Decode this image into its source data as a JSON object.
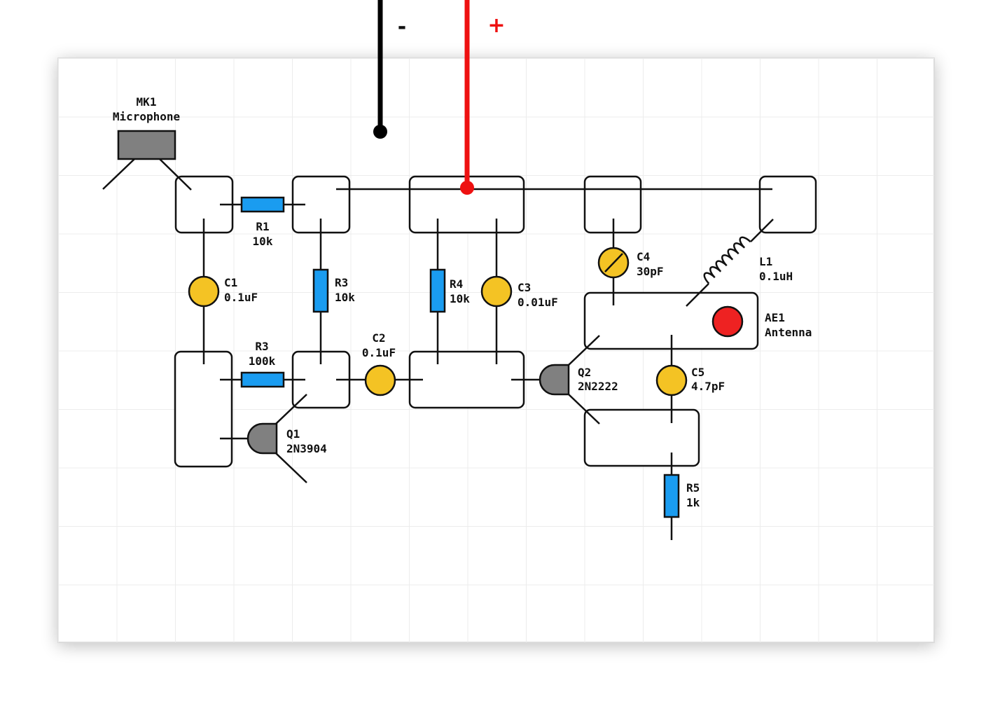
{
  "colors": {
    "wire": "#111111",
    "positive_wire": "#ee1111",
    "negative_wire": "#000000",
    "resistor": "#1a9cf0",
    "capacitor": "#f4c324",
    "transistor": "#808080",
    "microphone": "#808080",
    "antenna_led": "#ee2222",
    "board": "#ffffff",
    "grid": "#ececec"
  },
  "power": {
    "negative_label": "-",
    "positive_label": "+"
  },
  "components": {
    "mk1": {
      "ref": "MK1",
      "value": "Microphone",
      "icon": "microphone-icon"
    },
    "r1": {
      "ref": "R1",
      "value": "10k",
      "icon": "resistor-icon"
    },
    "r3_upper": {
      "ref": "R3",
      "value": "10k",
      "icon": "resistor-icon"
    },
    "r3_lower": {
      "ref": "R3",
      "value": "100k",
      "icon": "resistor-icon"
    },
    "r4": {
      "ref": "R4",
      "value": "10k",
      "icon": "resistor-icon"
    },
    "r5": {
      "ref": "R5",
      "value": "1k",
      "icon": "resistor-icon"
    },
    "c1": {
      "ref": "C1",
      "value": "0.1uF",
      "icon": "capacitor-icon"
    },
    "c2": {
      "ref": "C2",
      "value": "0.1uF",
      "icon": "capacitor-icon"
    },
    "c3": {
      "ref": "C3",
      "value": "0.01uF",
      "icon": "capacitor-icon"
    },
    "c4": {
      "ref": "C4",
      "value": "30pF",
      "icon": "variable-capacitor-icon"
    },
    "c5": {
      "ref": "C5",
      "value": "4.7pF",
      "icon": "capacitor-icon"
    },
    "l1": {
      "ref": "L1",
      "value": "0.1uH",
      "icon": "inductor-icon"
    },
    "q1": {
      "ref": "Q1",
      "value": "2N3904",
      "icon": "transistor-icon"
    },
    "q2": {
      "ref": "Q2",
      "value": "2N2222",
      "icon": "transistor-icon"
    },
    "ae1": {
      "ref": "AE1",
      "value": "Antenna",
      "icon": "antenna-icon"
    }
  }
}
